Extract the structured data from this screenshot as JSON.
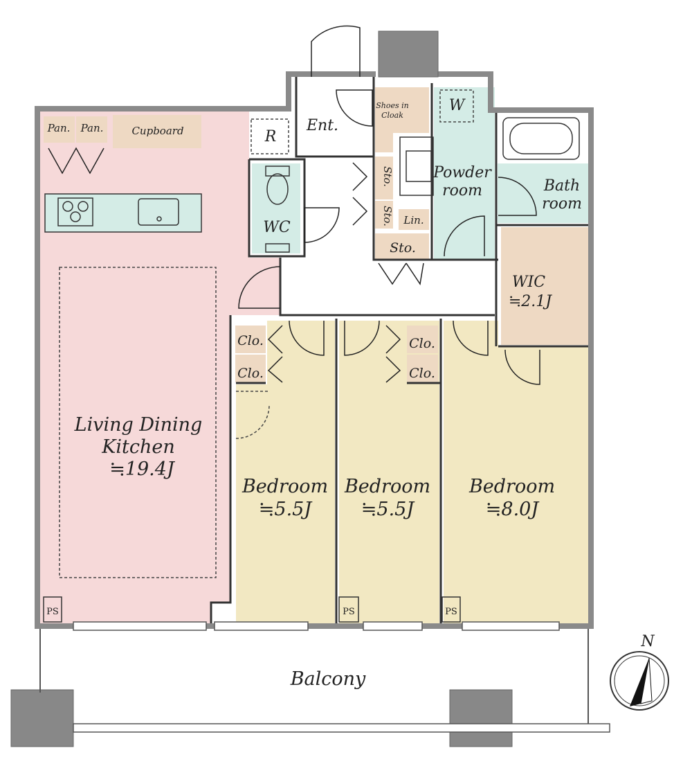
{
  "colors": {
    "living": "#f6d9d9",
    "bedroom": "#f2e8c2",
    "wet": "#d4ece6",
    "storage": "#eed9c3",
    "wall": "#8a8a8a",
    "column": "#888888"
  },
  "rooms": {
    "living": {
      "line1": "Living Dining",
      "line2": "Kitchen",
      "line3": "≒19.4J"
    },
    "bedroom1": {
      "line1": "Bedroom",
      "line2": "≒5.5J"
    },
    "bedroom2": {
      "line1": "Bedroom",
      "line2": "≒5.5J"
    },
    "bedroom3": {
      "line1": "Bedroom",
      "line2": "≒8.0J"
    },
    "wic": {
      "line1": "WIC",
      "line2": "≒2.1J"
    },
    "powder": {
      "line1": "Powder",
      "line2": "room"
    },
    "bath": {
      "line1": "Bath",
      "line2": "room"
    },
    "wc": "WC",
    "entrance": "Ent.",
    "balcony": "Balcony"
  },
  "storage": {
    "pan1": "Pan.",
    "pan2": "Pan.",
    "cupboard": "Cupboard",
    "refrigerator": "R",
    "washer": "W",
    "shoes_line1": "Shoes in",
    "shoes_line2": "Cloak",
    "sto_upper": "Sto.",
    "sto_lower": "Sto.",
    "sto_main": "Sto.",
    "linen": "Lin.",
    "clo1a": "Clo.",
    "clo1b": "Clo.",
    "clo2a": "Clo.",
    "clo2b": "Clo."
  },
  "ps": {
    "ps1": "PS",
    "ps2": "PS",
    "ps3": "PS"
  },
  "compass": {
    "north_label": "N",
    "icon": "north-arrow-icon"
  }
}
